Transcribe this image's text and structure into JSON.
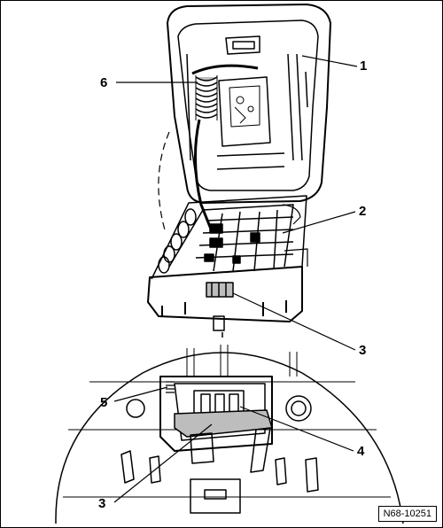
{
  "figure": {
    "reference": "N68-10251"
  },
  "callouts": [
    {
      "id": "c1",
      "label": "1"
    },
    {
      "id": "c2",
      "label": "2"
    },
    {
      "id": "c3a",
      "label": "3"
    },
    {
      "id": "c6",
      "label": "6"
    },
    {
      "id": "c5",
      "label": "5"
    },
    {
      "id": "c4",
      "label": "4"
    },
    {
      "id": "c3b",
      "label": "3"
    }
  ],
  "colors": {
    "ink": "#000000",
    "shade": "#bdbdbd",
    "paper": "#ffffff"
  }
}
